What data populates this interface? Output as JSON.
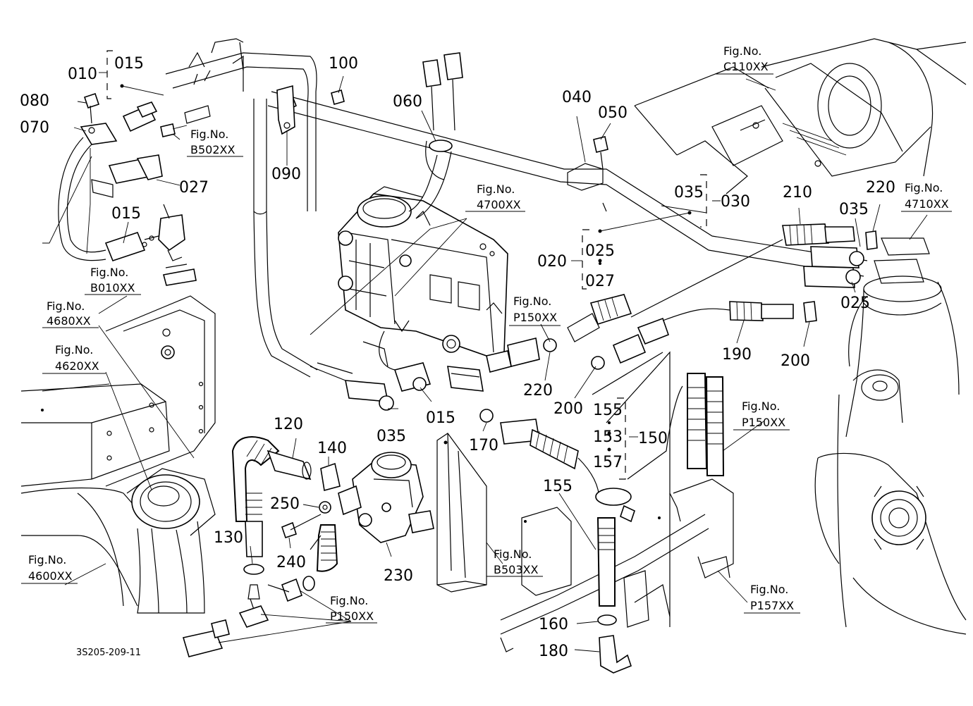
{
  "drawing_code": "3S205-209-11",
  "part_labels": [
    {
      "id": "p-010",
      "text": "010"
    },
    {
      "id": "p-015a",
      "text": "015"
    },
    {
      "id": "p-080",
      "text": "080"
    },
    {
      "id": "p-070",
      "text": "070"
    },
    {
      "id": "p-027a",
      "text": "027"
    },
    {
      "id": "p-015b",
      "text": "015"
    },
    {
      "id": "p-100",
      "text": "100"
    },
    {
      "id": "p-060",
      "text": "060"
    },
    {
      "id": "p-090",
      "text": "090"
    },
    {
      "id": "p-040",
      "text": "040"
    },
    {
      "id": "p-050",
      "text": "050"
    },
    {
      "id": "p-035a",
      "text": "035"
    },
    {
      "id": "p-030",
      "text": "030"
    },
    {
      "id": "p-210",
      "text": "210"
    },
    {
      "id": "p-220a",
      "text": "220"
    },
    {
      "id": "p-035b",
      "text": "035"
    },
    {
      "id": "p-020",
      "text": "020"
    },
    {
      "id": "p-025a",
      "text": "025"
    },
    {
      "id": "p-027b",
      "text": "027"
    },
    {
      "id": "p-025b",
      "text": "025"
    },
    {
      "id": "p-190",
      "text": "190"
    },
    {
      "id": "p-200a",
      "text": "200"
    },
    {
      "id": "p-220b",
      "text": "220"
    },
    {
      "id": "p-200b",
      "text": "200"
    },
    {
      "id": "p-015c",
      "text": "015"
    },
    {
      "id": "p-035c",
      "text": "035"
    },
    {
      "id": "p-170",
      "text": "170"
    },
    {
      "id": "p-155a",
      "text": "155"
    },
    {
      "id": "p-153",
      "text": "153"
    },
    {
      "id": "p-157",
      "text": "157"
    },
    {
      "id": "p-150",
      "text": "150"
    },
    {
      "id": "p-120",
      "text": "120"
    },
    {
      "id": "p-140",
      "text": "140"
    },
    {
      "id": "p-250",
      "text": "250"
    },
    {
      "id": "p-130",
      "text": "130"
    },
    {
      "id": "p-240",
      "text": "240"
    },
    {
      "id": "p-230",
      "text": "230"
    },
    {
      "id": "p-155b",
      "text": "155"
    },
    {
      "id": "p-160",
      "text": "160"
    },
    {
      "id": "p-180",
      "text": "180"
    }
  ],
  "fig_refs": [
    {
      "id": "f-B502",
      "label": "Fig.No.",
      "code": "B502XX"
    },
    {
      "id": "f-B010",
      "label": "Fig.No.",
      "code": "B010XX"
    },
    {
      "id": "f-4680",
      "label": "Fig.No.",
      "code": "4680XX"
    },
    {
      "id": "f-4620",
      "label": "Fig.No.",
      "code": "4620XX"
    },
    {
      "id": "f-4600",
      "label": "Fig.No.",
      "code": "4600XX"
    },
    {
      "id": "f-4700",
      "label": "Fig.No.",
      "code": "4700XX"
    },
    {
      "id": "f-C110",
      "label": "Fig.No.",
      "code": "C110XX"
    },
    {
      "id": "f-4710",
      "label": "Fig.No.",
      "code": "4710XX"
    },
    {
      "id": "f-P150a",
      "label": "Fig.No.",
      "code": "P150XX"
    },
    {
      "id": "f-P150b",
      "label": "Fig.No.",
      "code": "P150XX"
    },
    {
      "id": "f-B503",
      "label": "Fig.No.",
      "code": "B503XX"
    },
    {
      "id": "f-P157",
      "label": "Fig.No.",
      "code": "P157XX"
    },
    {
      "id": "f-P150c",
      "label": "Fig.No.",
      "code": "P150XX"
    }
  ]
}
